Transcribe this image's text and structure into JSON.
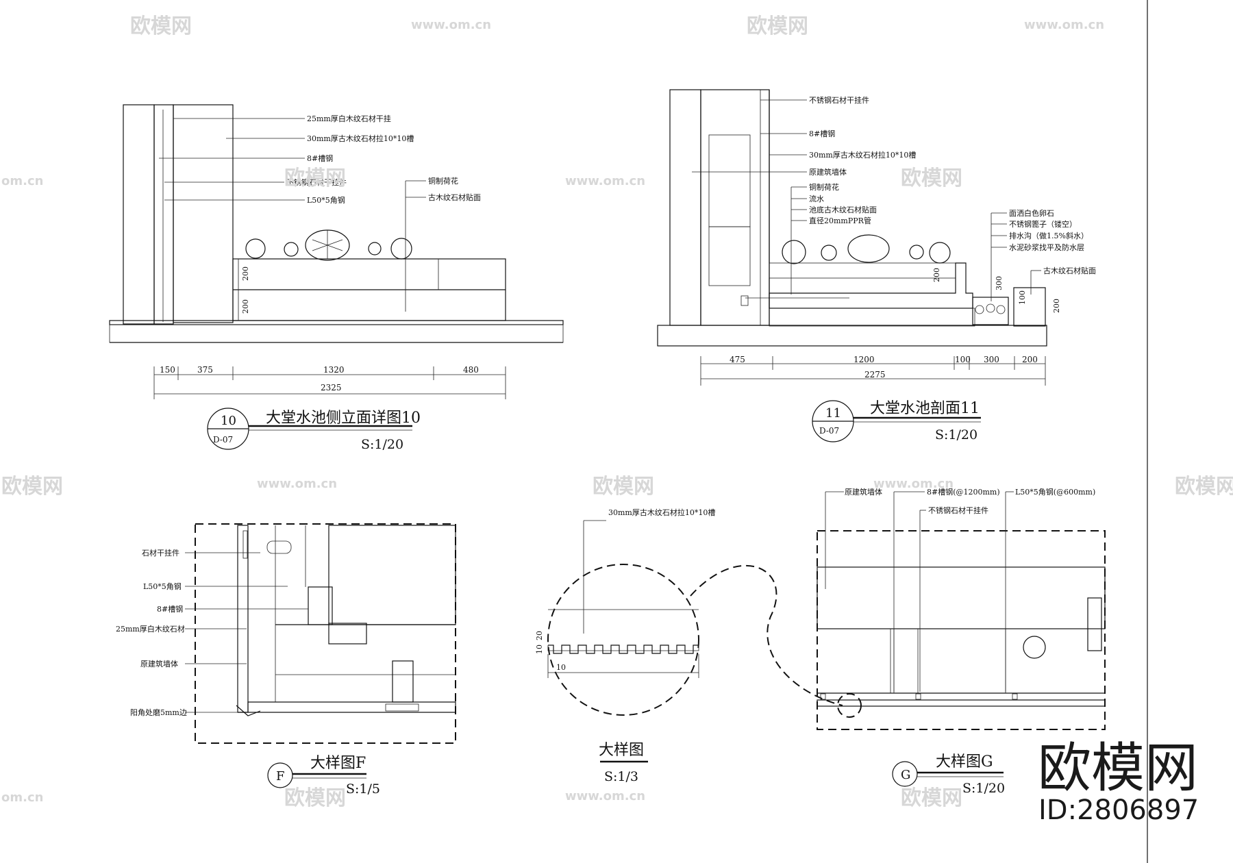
{
  "watermark": {
    "site": "www.om.cn",
    "short": "om.cn",
    "logo_text": "欧模网"
  },
  "brand": {
    "name": "欧模网",
    "id": "ID:2806897"
  },
  "drawing10": {
    "number": "10",
    "sheet": "D-07",
    "title": "大堂水池侧立面详图10",
    "scale": "S:1/20",
    "labels": [
      "25mm厚白木纹石材干挂",
      "30mm厚古木纹石材拉10*10槽",
      "8#槽钢",
      "不锈钢石材干挂件",
      "L50*5角钢",
      "铜制荷花",
      "古木纹石材贴面"
    ],
    "heights": [
      "200",
      "200"
    ],
    "dims": [
      "150",
      "375",
      "1320",
      "480"
    ],
    "total": "2325"
  },
  "drawing11": {
    "number": "11",
    "sheet": "D-07",
    "title": "大堂水池剖面11",
    "scale": "S:1/20",
    "labels_left": [
      "不锈钢石材干挂件",
      "8#槽钢",
      "30mm厚古木纹石材拉10*10槽",
      "原建筑墙体",
      "铜制荷花",
      "流水",
      "池底古木纹石材贴面",
      "直径20mmPPR管"
    ],
    "labels_right": [
      "面洒白色卵石",
      "不锈钢篦子（镂空）",
      "排水沟（做1.5%斜水）",
      "水泥砂浆找平及防水层",
      "古木纹石材贴面"
    ],
    "heights": [
      "200",
      "300",
      "100",
      "200"
    ],
    "dims": [
      "475",
      "1200",
      "100",
      "300",
      "200"
    ],
    "total": "2275"
  },
  "detailF": {
    "tag": "F",
    "title": "大样图F",
    "scale": "S:1/5",
    "labels": [
      "石材干挂件",
      "L50*5角钢",
      "8#槽钢",
      "25mm厚白木纹石材",
      "原建筑墙体",
      "阳角处磨5mm边"
    ]
  },
  "detailMid": {
    "title": "大样图",
    "scale": "S:1/3",
    "label": "30mm厚古木纹石材拉10*10槽",
    "side_dims": [
      "10",
      "20"
    ],
    "groove": "10"
  },
  "detailG": {
    "tag": "G",
    "title": "大样图G",
    "scale": "S:1/20",
    "labels": [
      "原建筑墙体",
      "8#槽钢(@1200mm)",
      "L50*5角钢(@600mm)",
      "不锈钢石材干挂件"
    ]
  }
}
